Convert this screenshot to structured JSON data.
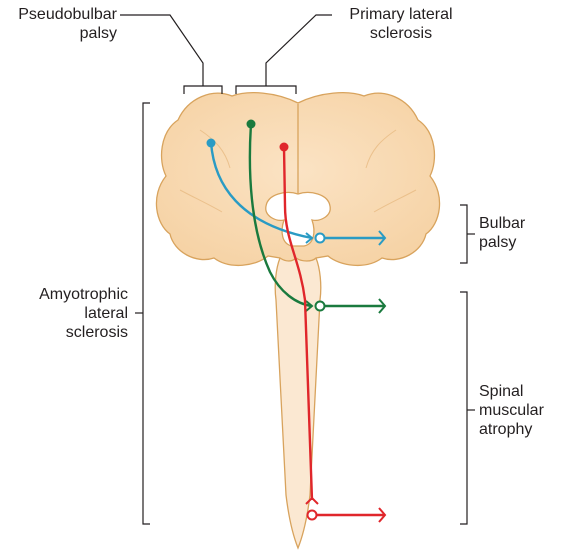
{
  "labels": {
    "pseudobulbar": [
      "Pseudobulbar",
      "palsy"
    ],
    "primary_lateral": [
      "Primary lateral",
      "sclerosis"
    ],
    "bulbar": [
      "Bulbar",
      "palsy"
    ],
    "als": [
      "Amyotrophic",
      "lateral",
      "sclerosis"
    ],
    "sma": [
      "Spinal",
      "muscular",
      "atrophy"
    ]
  },
  "colors": {
    "brain_fill": "#f9d9b0",
    "brain_outline": "#d8a35d",
    "cord_fill": "#fbe8d2",
    "bracket_line": "#231f20",
    "pathway_blue": "#2a9bc4",
    "pathway_green": "#1a7a3e",
    "pathway_red": "#e0262b"
  }
}
